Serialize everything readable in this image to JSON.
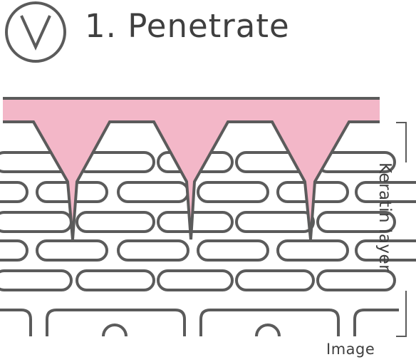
{
  "title": "1. Penetrate",
  "side_label": "Keratin layer",
  "caption": "Image",
  "icon": "v-in-circle-icon",
  "colors": {
    "line": "#5b5b5b",
    "pink": "#f3b7c8",
    "text": "#3f3f3f"
  }
}
